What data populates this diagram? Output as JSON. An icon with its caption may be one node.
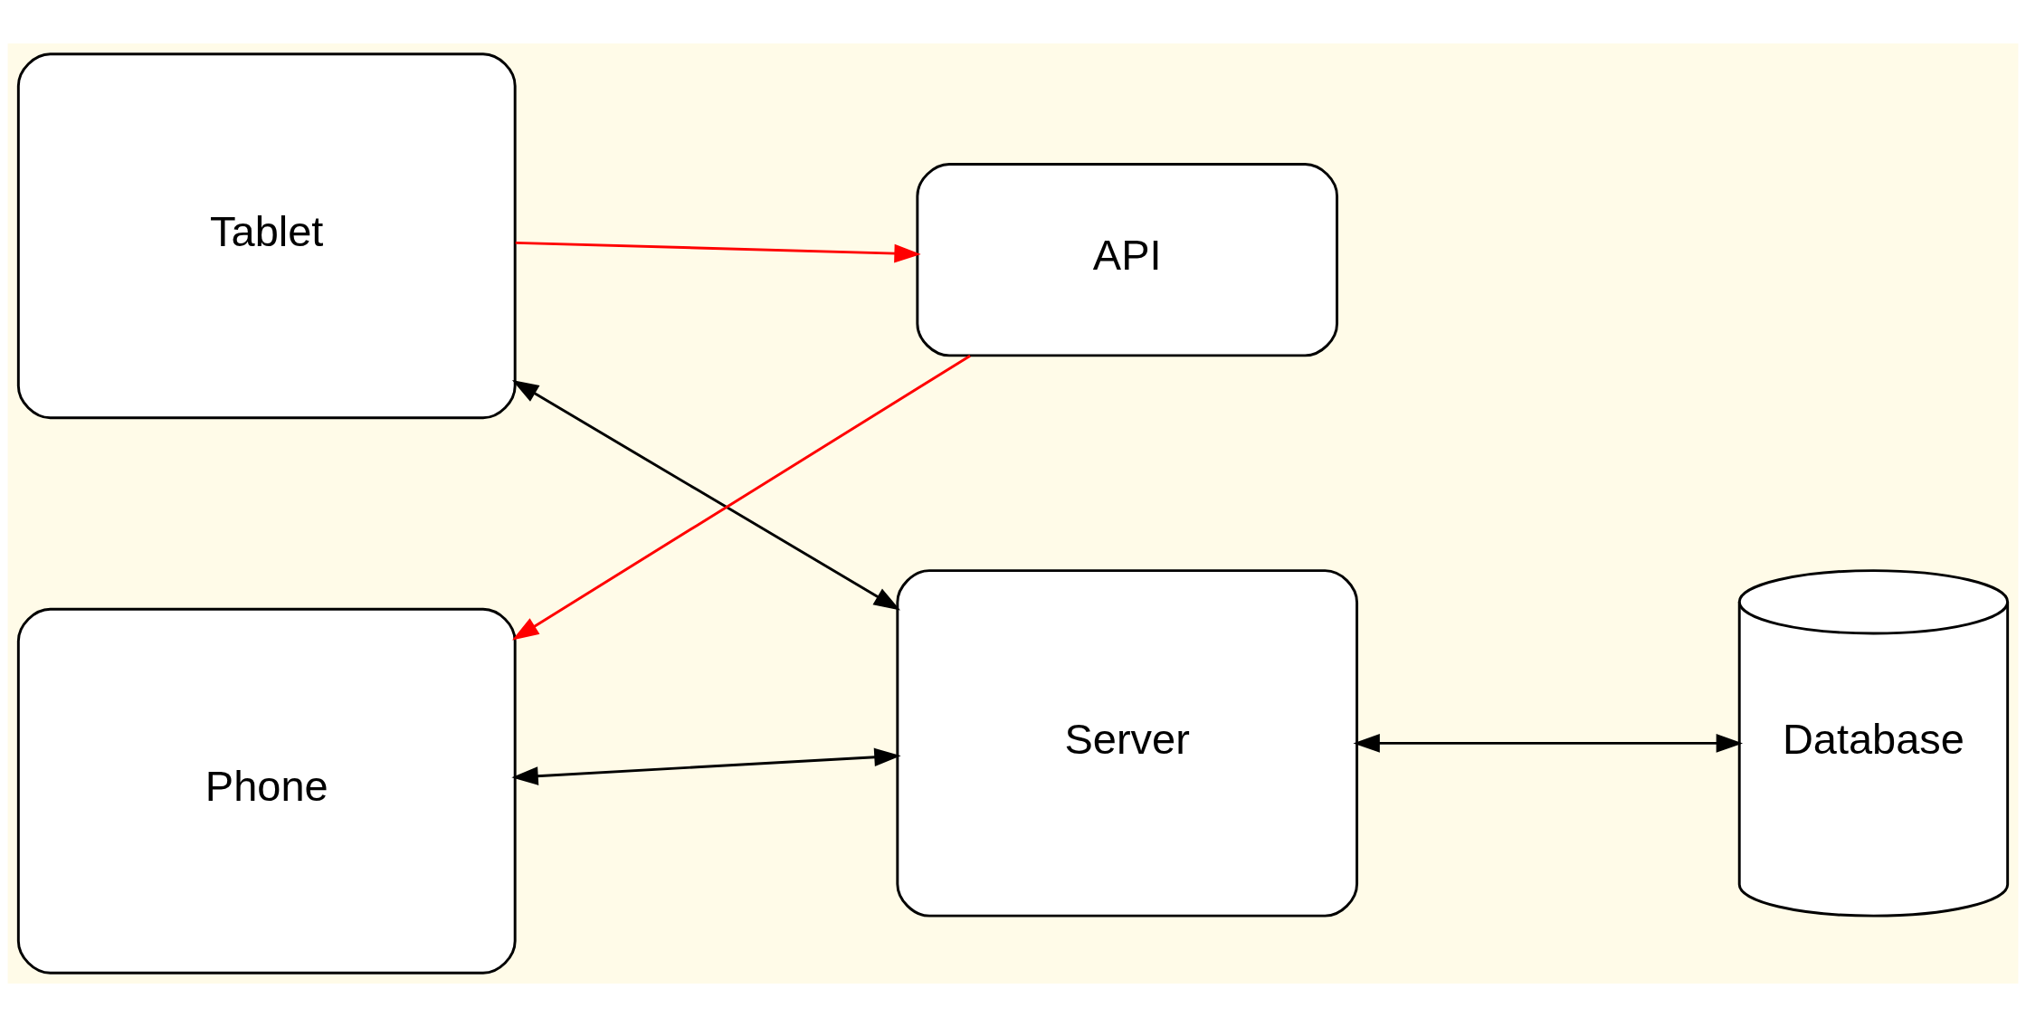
{
  "diagram": {
    "nodes": [
      {
        "text": [
          "Tablet"
        ]
      },
      {
        "text": [
          "Phone"
        ]
      },
      {
        "text": [
          "API"
        ]
      },
      {
        "text": [
          "Server"
        ]
      },
      {
        "text": [
          "Database"
        ]
      }
    ],
    "edges": [
      {
        "from": 0,
        "to": 2,
        "arrow": "to",
        "color": "#ff0000"
      },
      {
        "from": 2,
        "to": 1,
        "arrow": "to",
        "color": "#ff0000"
      },
      {
        "from": 0,
        "to": 3,
        "arrow": "both"
      },
      {
        "from": 1,
        "to": 3,
        "arrow": "both"
      },
      {
        "from": 3,
        "to": 4,
        "arrow": "both"
      }
    ]
  }
}
